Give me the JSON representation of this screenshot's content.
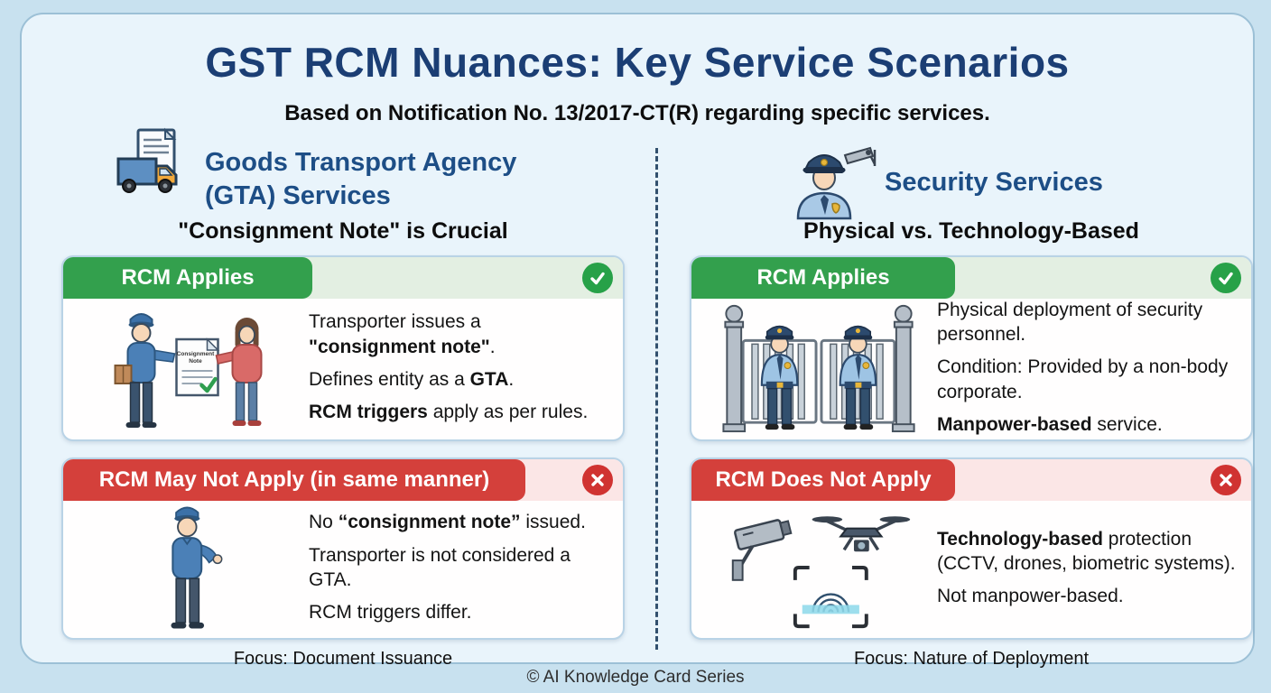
{
  "page": {
    "title": "GST RCM Nuances: Key Service Scenarios",
    "subtitle": "Based on Notification No. 13/2017-CT(R) regarding specific services.",
    "copyright": "© AI Knowledge Card Series"
  },
  "colors": {
    "outer_bg": "#c8e1ef",
    "card_bg": "#e9f4fb",
    "title_navy": "#1b3e74",
    "heading_blue": "#1d4e86",
    "green": "#33a04d",
    "green_tint": "#e3efe2",
    "green_badge": "#27a148",
    "red": "#d4403b",
    "red_tint": "#fbe6e6",
    "red_badge": "#d03331",
    "card_border": "#b9d3e6",
    "divider": "#32506e",
    "ink": "#141414"
  },
  "columns": [
    {
      "heading": "Goods Transport Agency (GTA) Services",
      "subheading": "\"Consignment Note\" is Crucial",
      "focus": "Focus: Document Issuance",
      "cards": [
        {
          "title": "RCM Applies",
          "status": "positive",
          "lines": [
            [
              {
                "t": "Transporter issues a "
              },
              {
                "t": "\"consignment note\"",
                "b": true
              },
              {
                "t": "."
              }
            ],
            [
              {
                "t": "Defines entity as a "
              },
              {
                "t": "GTA",
                "b": true
              },
              {
                "t": "."
              }
            ],
            [
              {
                "t": "RCM triggers",
                "b": true
              },
              {
                "t": " apply as per rules."
              }
            ]
          ]
        },
        {
          "title": "RCM May Not Apply (in same manner)",
          "status": "negative",
          "lines": [
            [
              {
                "t": "No "
              },
              {
                "t": "“consignment note”",
                "b": true
              },
              {
                "t": " issued."
              }
            ],
            [
              {
                "t": "Transporter is not considered a GTA."
              }
            ],
            [
              {
                "t": "RCM triggers differ."
              }
            ]
          ]
        }
      ]
    },
    {
      "heading": "Security Services",
      "subheading": "Physical vs. Technology-Based",
      "focus": "Focus: Nature of Deployment",
      "cards": [
        {
          "title": "RCM Applies",
          "status": "positive",
          "lines": [
            [
              {
                "t": "Physical deployment of security personnel."
              }
            ],
            [
              {
                "t": "Condition: Provided by a non-body corporate."
              }
            ],
            [
              {
                "t": "Manpower-based",
                "b": true
              },
              {
                "t": " service."
              }
            ]
          ]
        },
        {
          "title": "RCM Does Not Apply",
          "status": "negative",
          "lines": [
            [
              {
                "t": "Technology-based",
                "b": true
              },
              {
                "t": " protection (CCTV, drones, biometric systems)."
              }
            ],
            [
              {
                "t": "Not manpower-based."
              }
            ]
          ]
        }
      ]
    }
  ],
  "illustration": {
    "doc_title_line1": "Consignment",
    "doc_title_line2": "Note"
  }
}
